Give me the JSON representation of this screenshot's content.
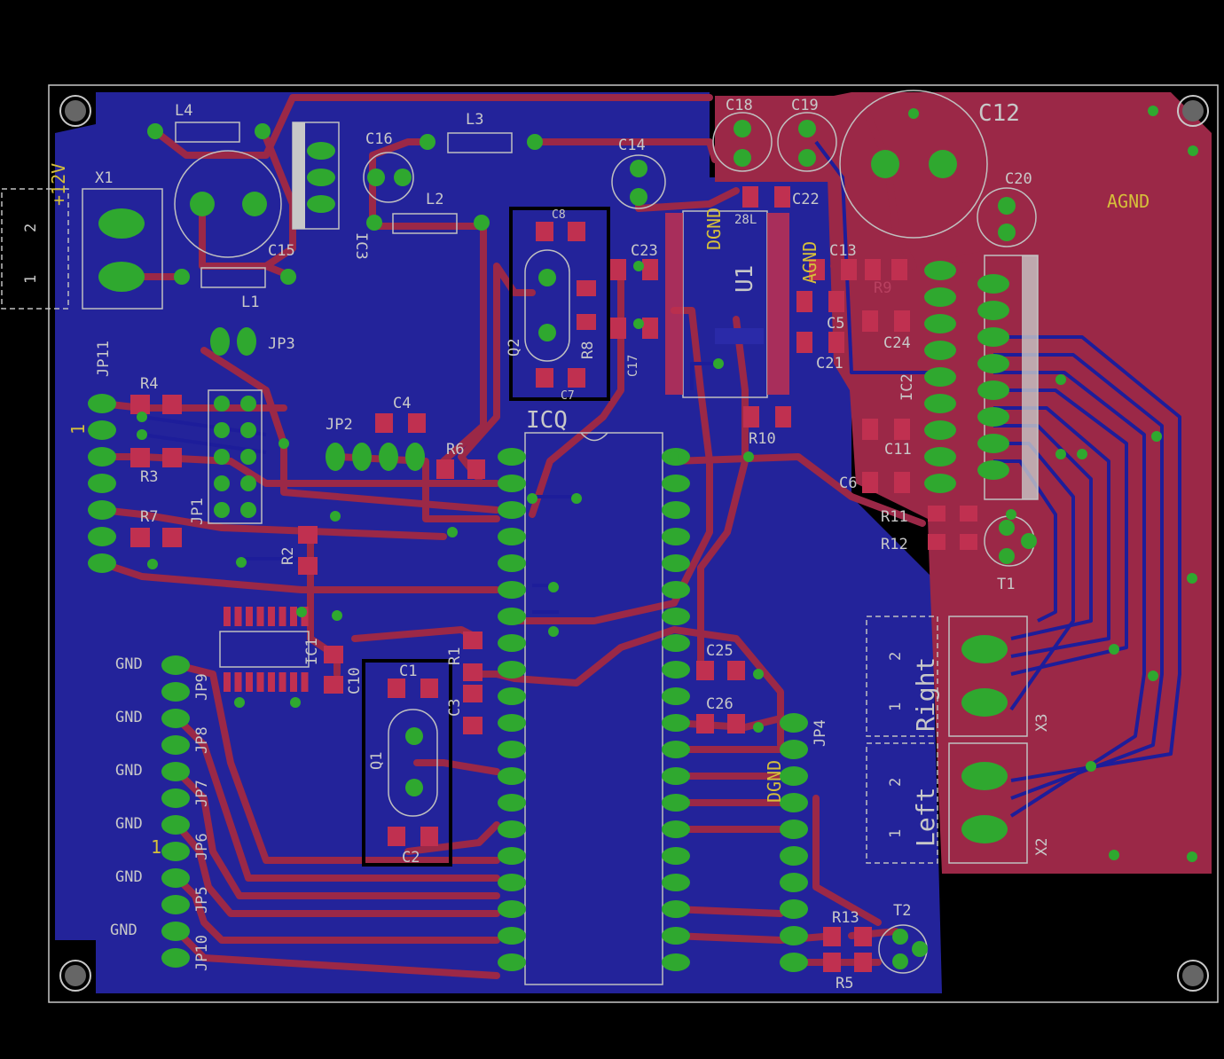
{
  "board": {
    "colors": {
      "background": "#000000",
      "bottom_copper": "#23239a",
      "top_copper": "#9b2847",
      "pad": "#2fa82f",
      "silkscreen": "#c8c8c8",
      "names": "#d6c03a"
    },
    "labels": {
      "x1": "X1",
      "plus12v": "+12V",
      "x1_pin2": "2",
      "x1_pin1": "1",
      "l4": "L4",
      "l3": "L3",
      "l2": "L2",
      "l1": "L1",
      "c16": "C16",
      "c15": "C15",
      "ic3": "IC3",
      "c14": "C14",
      "c18": "C18",
      "c19": "C19",
      "c12": "C12",
      "c20": "C20",
      "agnd_right": "AGND",
      "c8": "C8",
      "c23": "C23",
      "c17": "C17",
      "q2": "Q2",
      "r8": "R8",
      "c7": "C7",
      "dgnd_top": "DGND",
      "agnd_top": "AGND",
      "u1": "U1",
      "c22": "C22",
      "c13": "C13",
      "c5": "C5",
      "c24": "C24",
      "c21": "C21",
      "r10": "R10",
      "r9": "R9",
      "pin28": "28L",
      "ic2": "IC2",
      "c11": "C11",
      "c6": "C6",
      "r11": "R11",
      "r12": "R12",
      "t1": "T1",
      "jp11": "JP11",
      "jp3": "JP3",
      "r4": "R4",
      "r3": "R3",
      "r7": "R7",
      "jp1": "JP1",
      "jp2": "JP2",
      "c4": "C4",
      "r6": "R6",
      "icq": "ICQ",
      "r2": "R2",
      "ic1": "IC1",
      "c10": "C10",
      "c1": "C1",
      "r1": "R1",
      "c3": "C3",
      "q1": "Q1",
      "c2": "C2",
      "c25": "C25",
      "c26": "C26",
      "jp4": "JP4",
      "dgnd_mid": "DGND",
      "right": "Right",
      "left": "Left",
      "x3": "X3",
      "x2": "X2",
      "x3_pin2": "2",
      "x3_pin1": "1",
      "x2_pin2": "2",
      "x2_pin1": "1",
      "r13": "R13",
      "r5": "R5",
      "t2": "T2",
      "gnd1": "GND",
      "gnd2": "GND",
      "gnd3": "GND",
      "gnd4": "GND",
      "gnd5": "GND",
      "gnd6": "GND",
      "jp9": "JP9",
      "jp8": "JP8",
      "jp7": "JP7",
      "jp6": "JP6",
      "jp5": "JP5",
      "jp10": "JP10",
      "pin1_jp11": "1",
      "pin1_jp6": "1"
    }
  }
}
